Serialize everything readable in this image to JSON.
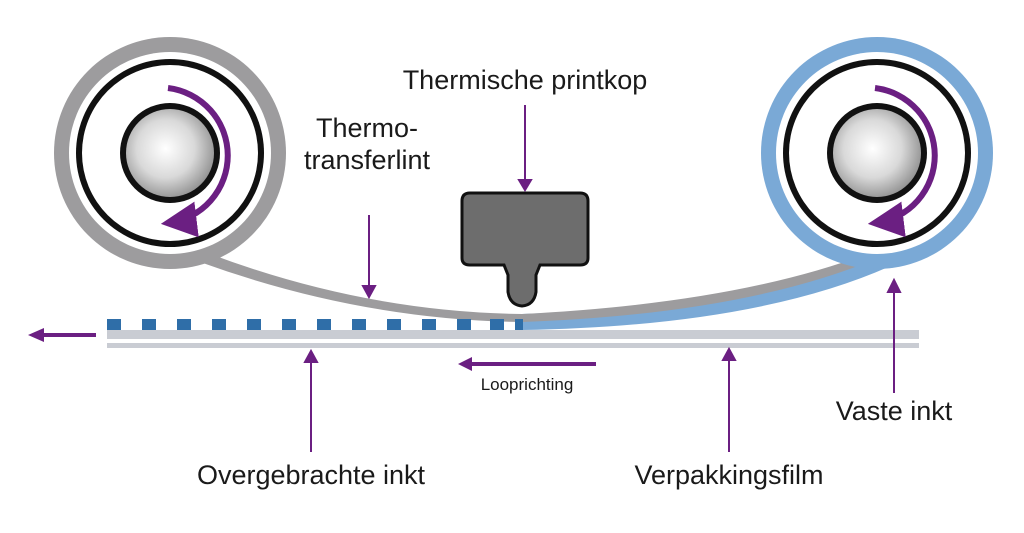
{
  "labels": {
    "printhead": "Thermische printkop",
    "ribbon_line1": "Thermo-",
    "ribbon_line2": "transferlint",
    "direction": "Looprichting",
    "solid_ink": "Vaste inkt",
    "transferred_ink": "Overgebrachte inkt",
    "packaging_film": "Verpakkingsfilm"
  },
  "colors": {
    "ribbon_gray": "#9d9c9e",
    "ink_blue": "#7aa9d6",
    "dash_blue": "#2f6ea8",
    "accent_purple": "#6b1f82",
    "core_black": "#111111",
    "film_gray": "#c9ccd3"
  },
  "icons": {
    "left_roll": "supply-roll-icon",
    "right_roll": "takeup-roll-icon",
    "printhead": "printhead-icon",
    "rotation": "rotation-arrow-icon"
  }
}
